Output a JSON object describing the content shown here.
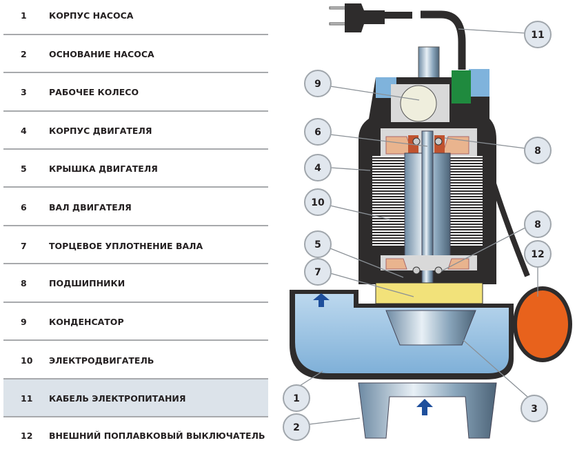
{
  "legend": [
    {
      "num": "1",
      "label": "КОРПУС НАСОСА"
    },
    {
      "num": "2",
      "label": "ОСНОВАНИЕ НАСОСА"
    },
    {
      "num": "3",
      "label": "РАБОЧЕЕ КОЛЕСО"
    },
    {
      "num": "4",
      "label": "КОРПУС ДВИГАТЕЛЯ"
    },
    {
      "num": "5",
      "label": "КРЫШКА ДВИГАТЕЛЯ"
    },
    {
      "num": "6",
      "label": "ВАЛ ДВИГАТЕЛЯ"
    },
    {
      "num": "7",
      "label": "ТОРЦЕВОЕ УПЛОТНЕНИЕ ВАЛА"
    },
    {
      "num": "8",
      "label": "ПОДШИПНИКИ"
    },
    {
      "num": "9",
      "label": "КОНДЕНСАТОР"
    },
    {
      "num": "10",
      "label": "ЭЛЕКТРОДВИГАТЕЛЬ"
    },
    {
      "num": "11",
      "label": "КАБЕЛЬ ЭЛЕКТРОПИТАНИЯ"
    },
    {
      "num": "12",
      "label": "ВНЕШНИЙ ПОПЛАВКОВЫЙ ВЫКЛЮЧАТЕЛЬ"
    }
  ],
  "highlighted": "11",
  "callouts": [
    "11",
    "9",
    "6",
    "8",
    "4",
    "10",
    "8",
    "5",
    "12",
    "7",
    "1",
    "3",
    "2"
  ],
  "colors": {
    "highlight": "#dce3ea",
    "body": "#2e2c2c",
    "water": "#9fc7e6",
    "float": "#e8621c",
    "oil": "#f2e27a",
    "winding": "#c0532f"
  }
}
